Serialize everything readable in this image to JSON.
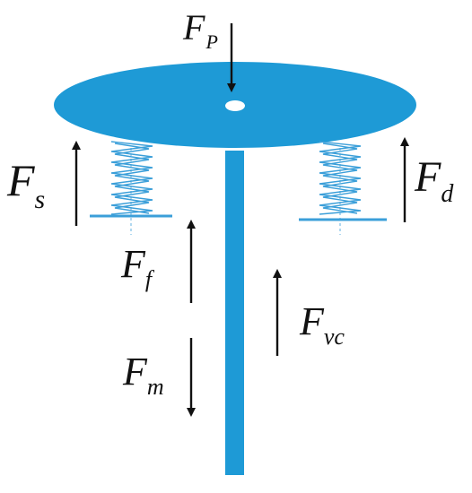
{
  "colors": {
    "blue": "#1e9ad6",
    "spring": "#3b9fd9",
    "arrow": "#111111",
    "background": "#ffffff"
  },
  "labels": {
    "fp": {
      "main": "F",
      "sub": "P"
    },
    "fs": {
      "main": "F",
      "sub": "s"
    },
    "fd": {
      "main": "F",
      "sub": "d"
    },
    "ff": {
      "main": "F",
      "sub": "f"
    },
    "fvc": {
      "main": "F",
      "sub": "vc"
    },
    "fm": {
      "main": "F",
      "sub": "m"
    }
  }
}
